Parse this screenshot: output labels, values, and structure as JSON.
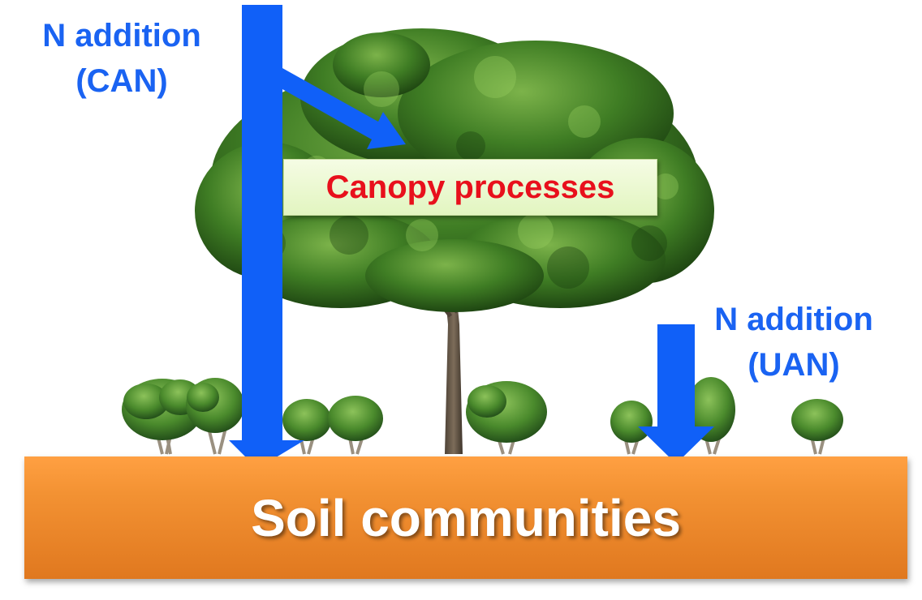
{
  "labels": {
    "can_addition": "N addition",
    "can_type": "(CAN)",
    "uan_addition": "N addition",
    "uan_type": "(UAN)",
    "canopy_processes": "Canopy processes",
    "soil_communities": "Soil communities"
  },
  "colors": {
    "arrow_blue": "#1060f8",
    "label_blue": "#1a63f2",
    "canopy_text_red": "#e8101c",
    "canopy_box_green": "#e8f8cc",
    "soil_orange": "#f39233",
    "soil_text": "#ffffff",
    "foliage_green": "#3e7a22",
    "trunk_brown": "#6a5a48"
  },
  "icons": {
    "large_tree": "tree-icon",
    "small_shrubs": "shrub-icon",
    "flow_arrows": "arrow-icon"
  }
}
